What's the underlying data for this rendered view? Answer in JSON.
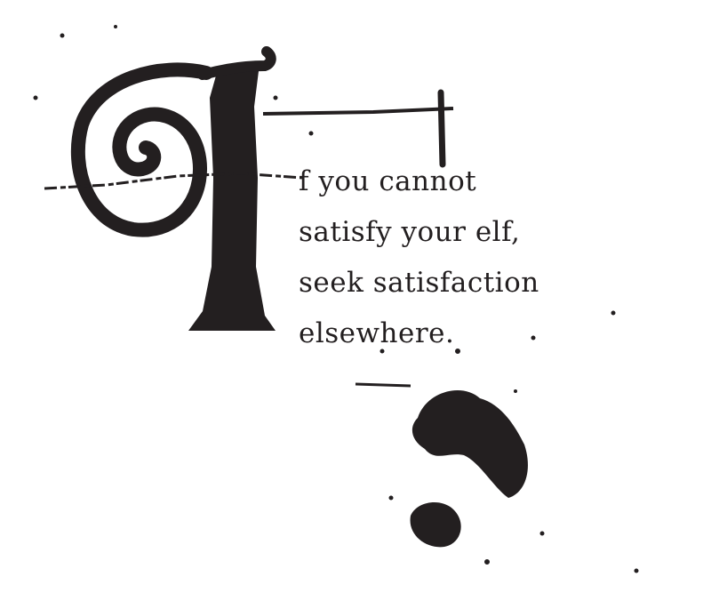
{
  "illustration": {
    "drop_cap_letter": "I",
    "ink_color": "#231f20",
    "background_color": "#ffffff"
  },
  "verse": {
    "lines": [
      "f you cannot",
      "satisfy your elf,",
      "seek satisfaction",
      "elsewhere."
    ]
  }
}
